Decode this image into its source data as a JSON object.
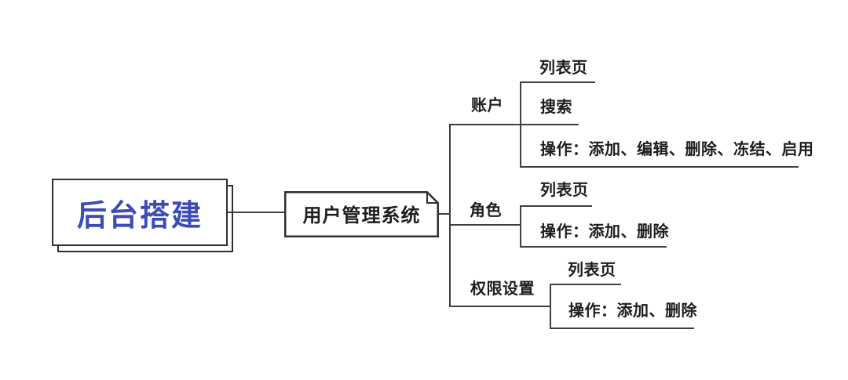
{
  "palette": {
    "background": "#ffffff",
    "line_color": "#3f3f3f",
    "border_color": "#2f2f2f",
    "node_fill": "#ffffff",
    "text_color": "#1d1d1f",
    "root_text_color": "#3c4bb5"
  },
  "mindmap": {
    "root": {
      "label": "后台搭建",
      "shape": "stacked-rectangle"
    },
    "topic": {
      "label": "用户管理系统",
      "shape": "document-dogear"
    },
    "branches": [
      {
        "label": "账户",
        "children": [
          {
            "label": "列表页"
          },
          {
            "label": "搜索"
          },
          {
            "label": "操作：添加、编辑、删除、冻结、启用"
          }
        ]
      },
      {
        "label": "角色",
        "children": [
          {
            "label": "列表页"
          },
          {
            "label": "操作：添加、删除"
          }
        ]
      },
      {
        "label": "权限设置",
        "children": [
          {
            "label": "列表页"
          },
          {
            "label": "操作：添加、删除"
          }
        ]
      }
    ]
  }
}
